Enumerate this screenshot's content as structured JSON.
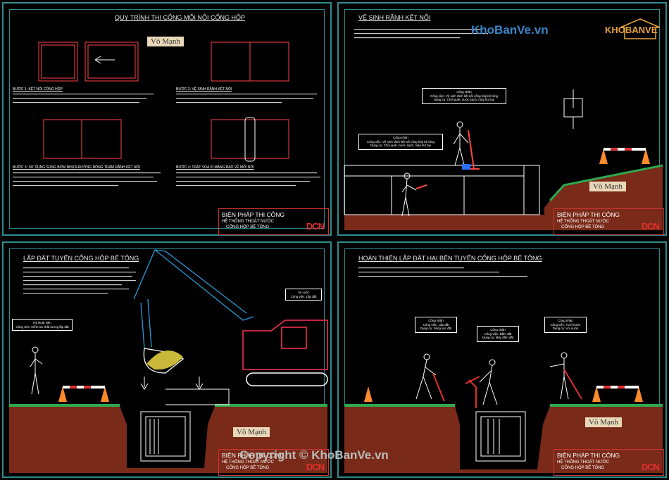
{
  "panels": {
    "p1": {
      "title": "QUY TRÌNH THI CÔNG MỐI NỐI CỐNG HỘP",
      "tag": "Võ Mạnh",
      "step1": "BƯỚC 1: KẾT NỐI CỐNG HỘP",
      "step2": "BƯỚC 2: VỆ SINH RÃNH KẾT NỐI",
      "step3": "BƯỚC 3: SỬ DỤNG SÚNG BƠM NHỰA ĐƯỜNG NÓNG TRÀM RÃNH KẾT NỐI",
      "step4": "BƯỚC 4: TRÁT VOA XI MĂNG BAO VỀ MỐI NỐI"
    },
    "p2": {
      "title": "VỆ SINH RÃNH KẾT NỐI",
      "tag": "Võ Mạnh",
      "callout1": "Công nhân\nCông việc: Vệ sinh rãnh kết nối cống hộp bê tông\nDụng cụ: Chổi quét, nước sạch, máy hút bụi",
      "callout2": "Công nhân\nCông việc: Vệ sinh rãnh kết nối cống hộp bê tông\nDụng cụ: Chổi quét, nước sạch, máy hút bụi"
    },
    "p3": {
      "title": "LẮP ĐẶT TUYẾN CỐNG HỘP BÊ TÔNG",
      "tag": "Võ Mạnh",
      "callout_left": "Kỹ thuật viên\nCông việc: Kiểm tra chất lượng lắp đặt",
      "callout_right": "Xe cuốc\nCông việc: Lấp đất"
    },
    "p4": {
      "title": "HOÀN THIỆN LẮP ĐẶT HAI BÊN TUYẾN CỐNG HỘP BÊ TÔNG",
      "tag": "Võ Mạnh",
      "callout1": "Công nhân\nCông việc: Lấp đất\nDụng cụ: Xẻng xúc đất",
      "callout2": "Công nhân\nCông việc: Đầm đất\nDụng cụ: Máy đầm đất",
      "callout3": "Công nhân\nCông việc: Tưới nước\nDụng cụ: Vòi nước"
    }
  },
  "title_block": {
    "line1": "BIỆN PHÁP THI CÔNG",
    "line2": "HỆ THỐNG THOÁT NƯỚC",
    "line3": "CỐNG HỘP BÊ TÔNG",
    "logo": "DCN"
  },
  "watermarks": {
    "top": "KhoBanVe.vn",
    "bottom": "Copyright © KhoBanVe.vn",
    "logo": "KHOBANVE"
  },
  "colors": {
    "frame": "#2e8c8c",
    "soil": "#7a2a18",
    "grass": "#2fa84f",
    "drawing": "#ffffff",
    "accent": "#e03030"
  }
}
